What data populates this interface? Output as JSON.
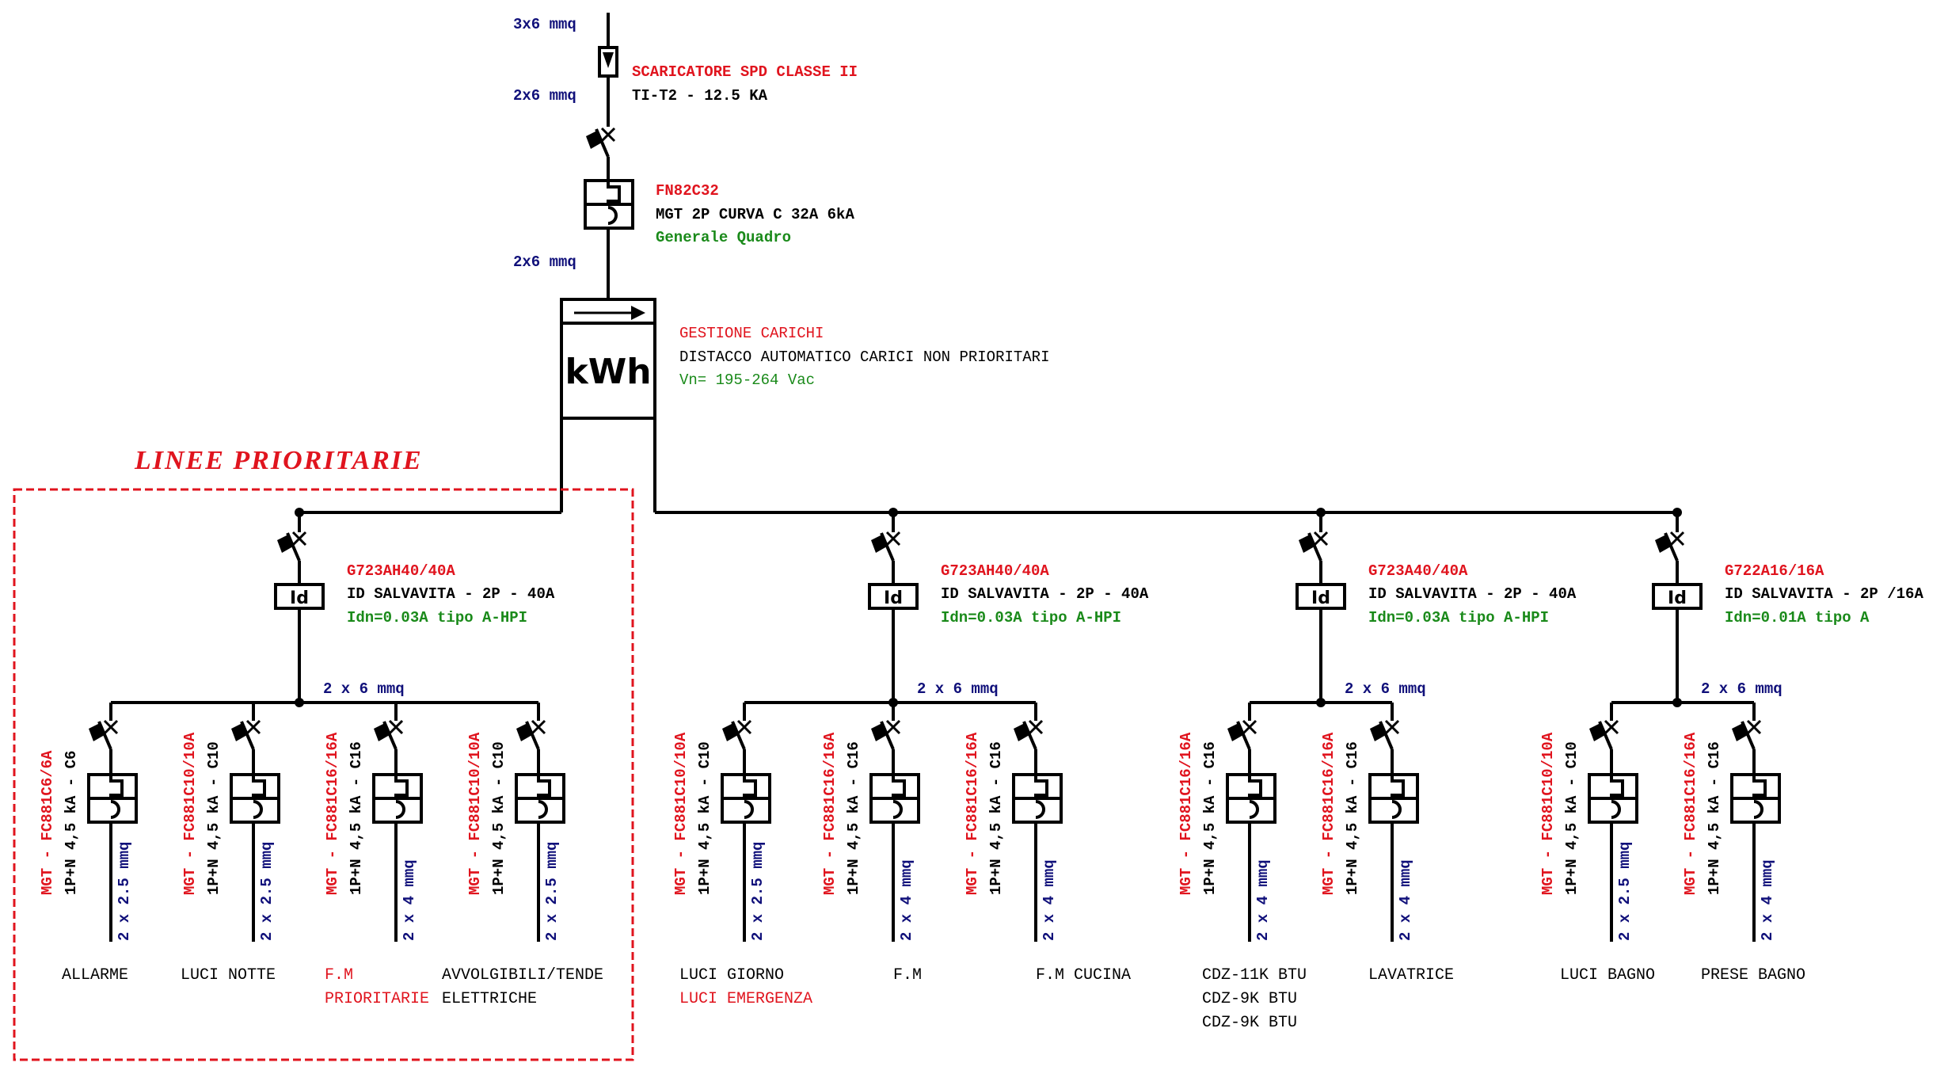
{
  "colors": {
    "code": "#e0141e",
    "desc": "#000000",
    "note": "#1a8a1a",
    "cable": "#10107a",
    "priority_frame": "#e0141e"
  },
  "feeder": {
    "cable_in": "3x6 mmq",
    "spd": {
      "title": "SCARICATORE SPD CLASSE II",
      "spec": "TI-T2 -   12.5 KA",
      "cable_out": "2x6 mmq"
    },
    "main_breaker": {
      "code": "FN82C32",
      "spec": "MGT 2P CURVA C 32A 6kA",
      "note": "Generale Quadro",
      "cable_out": "2x6 mmq"
    },
    "load_manager": {
      "symbol": "kWh",
      "title": "GESTIONE CARICHI",
      "spec": "DISTACCO AUTOMATICO CARICI NON PRIORITARI",
      "note": "Vn= 195-264 Vac"
    }
  },
  "priority_frame_title": "LINEE PRIORITARIE",
  "groups": [
    {
      "rcd": {
        "symbol": "Id",
        "code": "G723AH40/40A",
        "spec": "ID SALVAVITA -  2P - 40A",
        "note": "Idn=0.03A tipo A-HPI"
      },
      "cable": "2 x 6 mmq",
      "circuits": [
        {
          "code": "MGT - FC881C6/6A",
          "spec": "1P+N 4,5 kA - C6",
          "cable": "2 x 2.5 mmq",
          "loads": [
            {
              "text": "ALLARME",
              "red": false
            }
          ]
        },
        {
          "code": "MGT - FC881C10/10A",
          "spec": "1P+N 4,5 kA - C10",
          "cable": "2 x 2.5 mmq",
          "loads": [
            {
              "text": "LUCI NOTTE",
              "red": false
            }
          ]
        },
        {
          "code": "MGT - FC881C16/16A",
          "spec": "1P+N 4,5 kA - C16",
          "cable": "2 x 4 mmq",
          "loads": [
            {
              "text": "F.M",
              "red": true
            },
            {
              "text": "PRIORITARIE",
              "red": true
            }
          ]
        },
        {
          "code": "MGT - FC881C10/10A",
          "spec": "1P+N 4,5 kA - C10",
          "cable": "2 x 2.5 mmq",
          "loads": [
            {
              "text": "AVVOLGIBILI/TENDE",
              "red": false
            },
            {
              "text": "ELETTRICHE",
              "red": false
            }
          ]
        }
      ]
    },
    {
      "rcd": {
        "symbol": "Id",
        "code": "G723AH40/40A",
        "spec": "ID SALVAVITA -  2P - 40A",
        "note": "Idn=0.03A tipo A-HPI"
      },
      "cable": "2 x 6 mmq",
      "circuits": [
        {
          "code": "MGT - FC881C10/10A",
          "spec": "1P+N 4,5 kA - C10",
          "cable": "2 x 2.5 mmq",
          "loads": [
            {
              "text": "LUCI GIORNO",
              "red": false
            },
            {
              "text": "LUCI EMERGENZA",
              "red": true
            }
          ]
        },
        {
          "code": "MGT - FC881C16/16A",
          "spec": "1P+N 4,5 kA - C16",
          "cable": "2 x 4 mmq",
          "loads": [
            {
              "text": "F.M",
              "red": false
            }
          ]
        },
        {
          "code": "MGT - FC881C16/16A",
          "spec": "1P+N 4,5 kA - C16",
          "cable": "2 x 4 mmq",
          "loads": [
            {
              "text": "F.M CUCINA",
              "red": false
            }
          ]
        }
      ]
    },
    {
      "rcd": {
        "symbol": "Id",
        "code": "G723A40/40A",
        "spec": "ID SALVAVITA -  2P - 40A",
        "note": "Idn=0.03A tipo A-HPI"
      },
      "cable": "2 x 6 mmq",
      "circuits": [
        {
          "code": "MGT - FC881C16/16A",
          "spec": "1P+N 4,5 kA - C16",
          "cable": "2 x 4 mmq",
          "loads": [
            {
              "text": "CDZ-11K BTU",
              "red": false
            },
            {
              "text": "CDZ-9K BTU",
              "red": false
            },
            {
              "text": "CDZ-9K BTU",
              "red": false
            }
          ]
        },
        {
          "code": "MGT - FC881C16/16A",
          "spec": "1P+N 4,5 kA - C16",
          "cable": "2 x 4 mmq",
          "loads": [
            {
              "text": "LAVATRICE",
              "red": false
            }
          ]
        }
      ]
    },
    {
      "rcd": {
        "symbol": "Id",
        "code": "G722A16/16A",
        "spec": "ID SALVAVITA - 2P /16A",
        "note": "Idn=0.01A tipo A"
      },
      "cable": "2 x 6 mmq",
      "circuits": [
        {
          "code": "MGT - FC881C10/10A",
          "spec": "1P+N 4,5 kA - C10",
          "cable": "2 x 2.5 mmq",
          "loads": [
            {
              "text": "LUCI BAGNO",
              "red": false
            }
          ]
        },
        {
          "code": "MGT - FC881C16/16A",
          "spec": "1P+N 4,5 kA - C16",
          "cable": "2 x 4 mmq",
          "loads": [
            {
              "text": "PRESE BAGNO",
              "red": false
            }
          ]
        }
      ]
    }
  ]
}
